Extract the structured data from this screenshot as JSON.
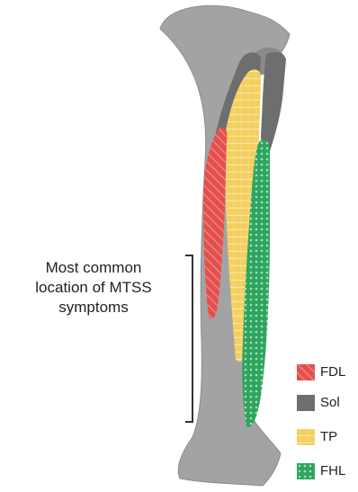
{
  "callout": {
    "line1": "Most common",
    "line2": "location of MTSS",
    "line3": "symptoms"
  },
  "legend": [
    {
      "label": "FDL",
      "color": "#e2504e",
      "pattern": "diagonal-hatch",
      "icon": "fdl-swatch-icon"
    },
    {
      "label": "Sol",
      "color": "#6e6e6e",
      "pattern": "solid",
      "icon": "sol-swatch-icon"
    },
    {
      "label": "TP",
      "color": "#f3cf5e",
      "pattern": "horizontal-lines",
      "icon": "tp-swatch-icon"
    },
    {
      "label": "FHL",
      "color": "#2ea55f",
      "pattern": "dots",
      "icon": "fhl-swatch-icon"
    }
  ],
  "colors": {
    "bone": "#a3a3a3",
    "bone_outline": "#8e8e8e",
    "bracket": "#333333"
  }
}
